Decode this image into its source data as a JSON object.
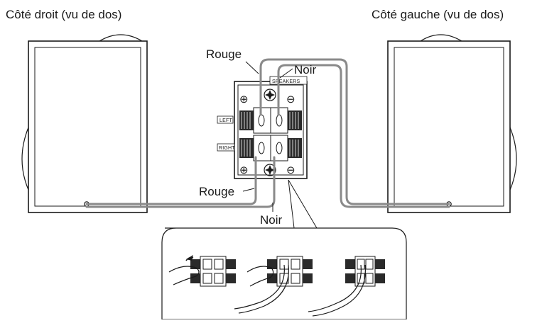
{
  "labels": {
    "right_side": "Côté droit (vu de dos)",
    "left_side": "Côté gauche (vu de dos)",
    "red_top": "Rouge",
    "black_top": "Noir",
    "red_bottom": "Rouge",
    "black_bottom": "Noir"
  },
  "panel": {
    "title": "SPEAKERS",
    "left_label": "LEFT",
    "right_label": "RIGHT",
    "plus": "⊕",
    "minus": "⊖"
  },
  "colors": {
    "wire": "#8a8a8a",
    "ink": "#1a1a1a"
  }
}
